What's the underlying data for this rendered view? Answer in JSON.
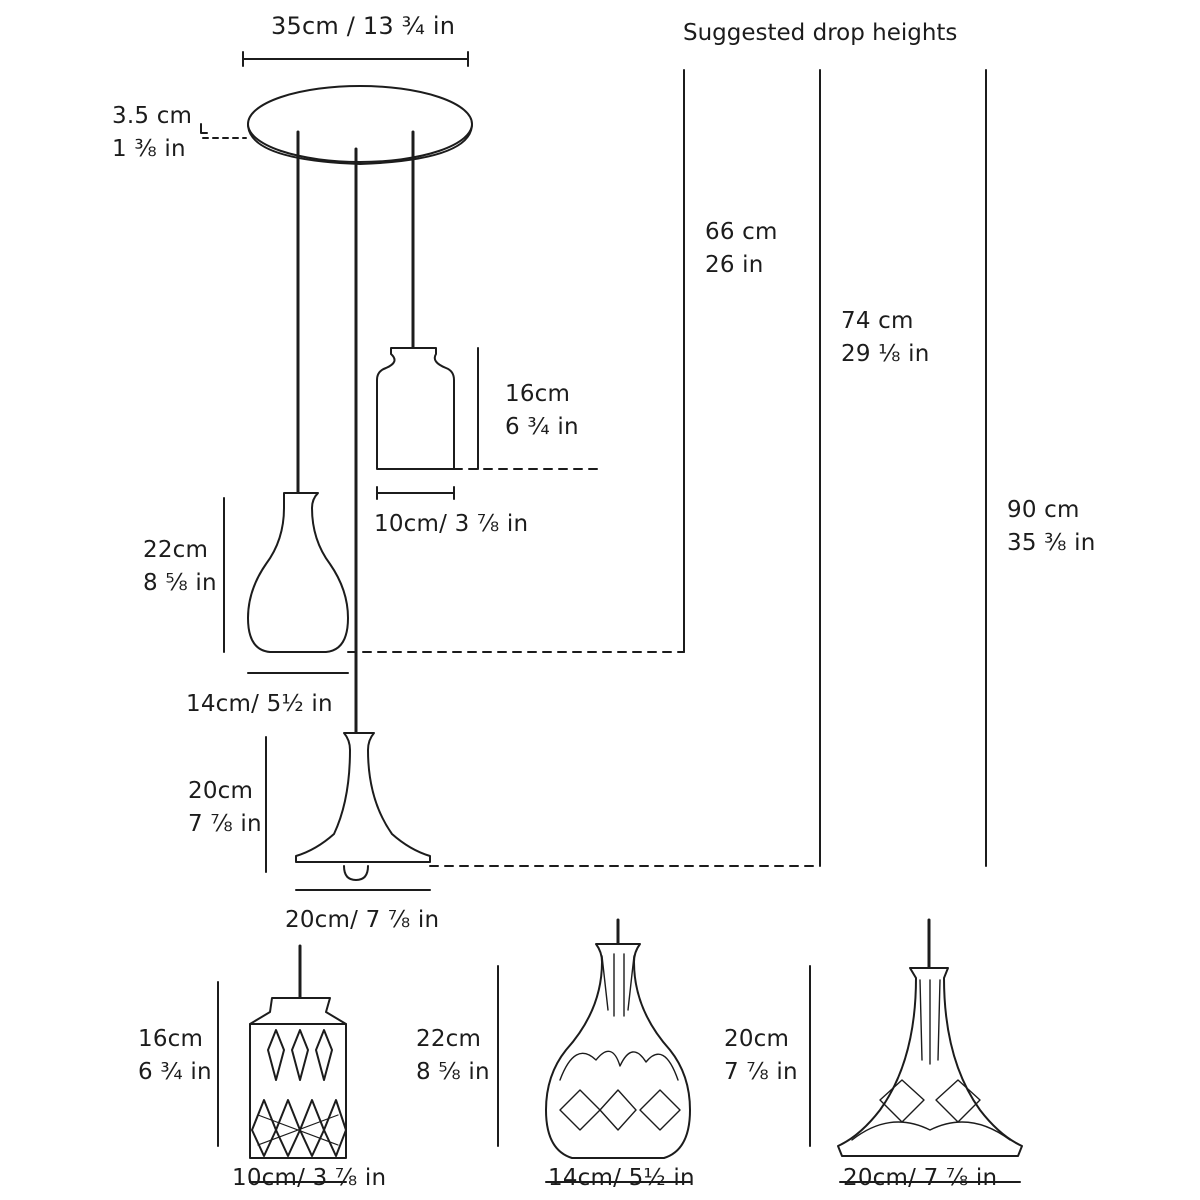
{
  "heading": "Suggested drop heights",
  "canopy": {
    "width": "35cm / 13 ¾ in",
    "depth_cm": "3.5 cm",
    "depth_in": "1 ⅜ in"
  },
  "drops": [
    {
      "cm": "66 cm",
      "in": "26 in"
    },
    {
      "cm": "74 cm",
      "in": "29 ⅛ in"
    },
    {
      "cm": "90 cm",
      "in": "35 ⅜ in"
    }
  ],
  "pendants": {
    "small": {
      "height_cm": "16cm",
      "height_in": "6 ¾ in",
      "width": "10cm/ 3 ⅞ in"
    },
    "medium": {
      "height_cm": "22cm",
      "height_in": "8 ⅝ in",
      "width": "14cm/ 5½ in"
    },
    "large": {
      "height_cm": "20cm",
      "height_in": "7 ⅞ in",
      "width": "20cm/ 7 ⅞ in"
    }
  },
  "crystal_shades": [
    {
      "height_cm": "16cm",
      "height_in": "6 ¾ in",
      "width": "10cm/ 3 ⅞ in"
    },
    {
      "height_cm": "22cm",
      "height_in": "8 ⅝ in",
      "width": "14cm/ 5½ in"
    },
    {
      "height_cm": "20cm",
      "height_in": "7 ⅞ in",
      "width": "20cm/ 7 ⅞ in"
    }
  ]
}
